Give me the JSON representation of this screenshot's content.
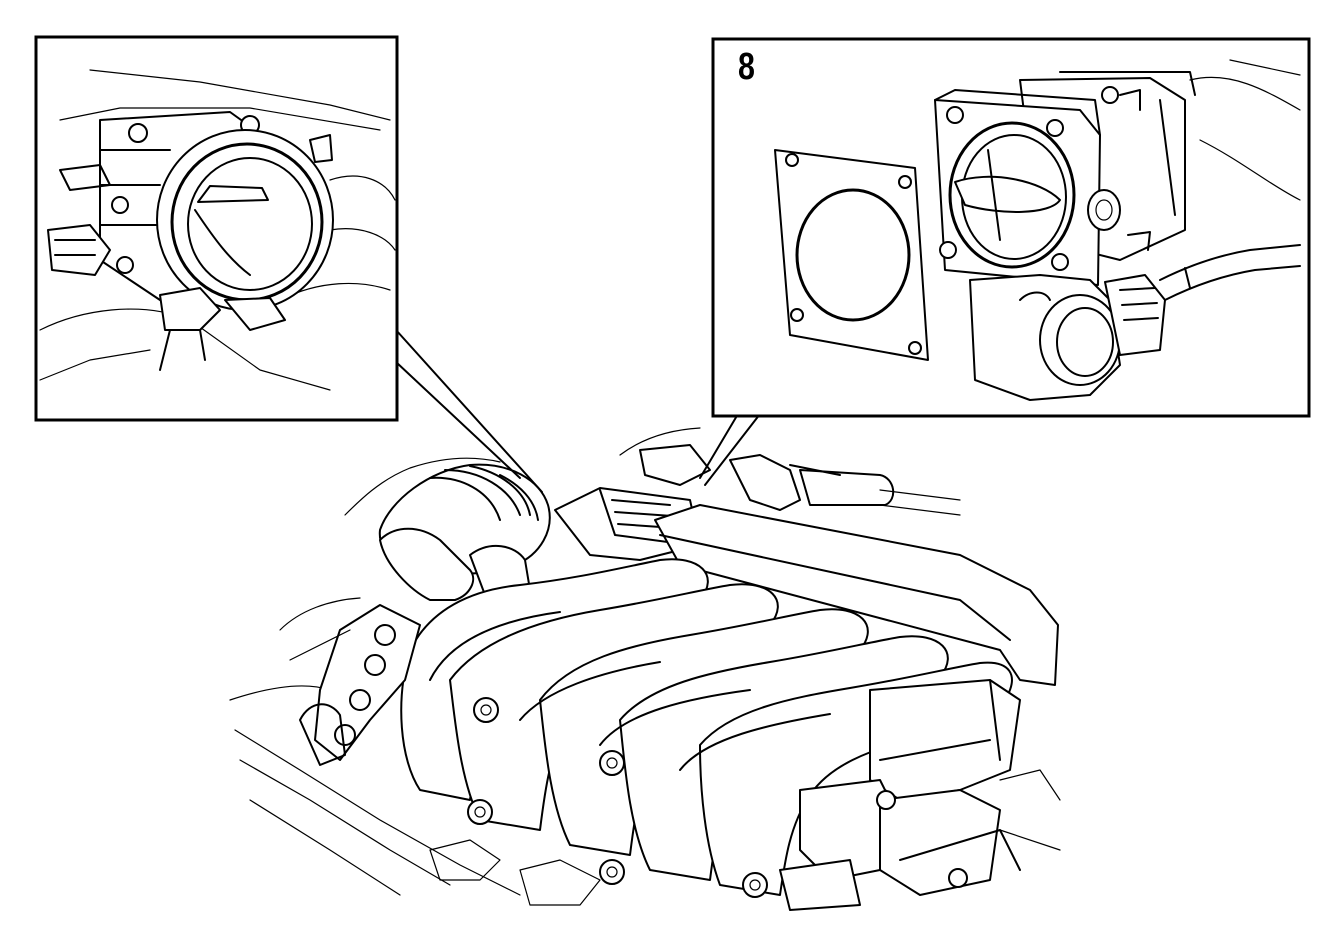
{
  "figure": {
    "step_number": "8"
  },
  "icons": {
    "left_inset": "throttle-body-installed-detail",
    "right_inset": "throttle-body-and-gasket-exploded",
    "main": "engine-intake-manifold-overview"
  }
}
